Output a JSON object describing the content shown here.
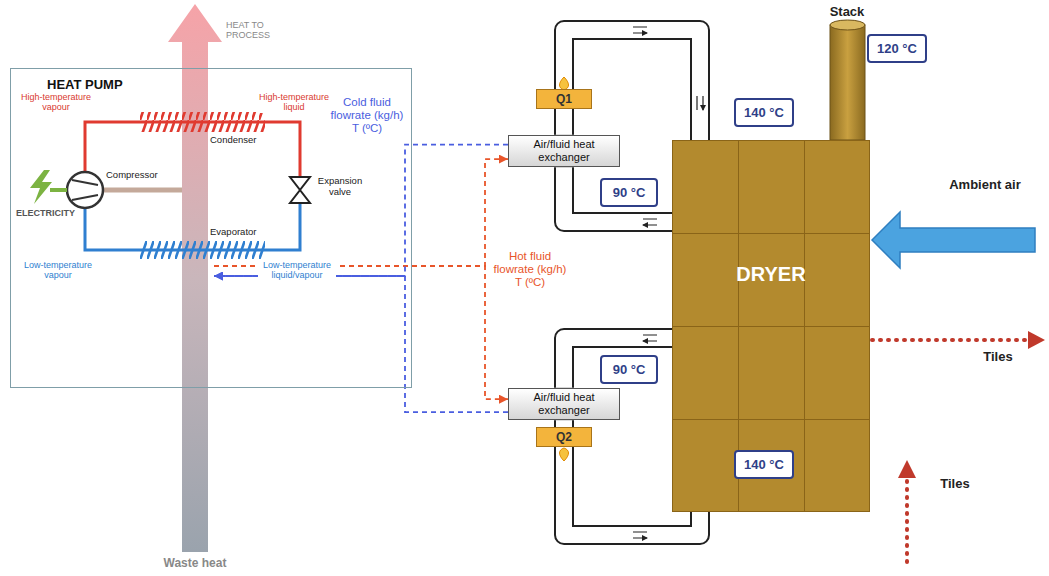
{
  "diagram": {
    "nodes": [
      {
        "text": [
          "HEAT PUMP"
        ]
      },
      {
        "text": [
          "Air/fluid heat exchanger"
        ]
      },
      {
        "text": [
          "Q1"
        ]
      },
      {
        "text": [
          "140 °C"
        ]
      },
      {
        "text": [
          "90 °C"
        ]
      },
      {
        "text": [
          "120 °C"
        ]
      },
      {
        "text": [
          "DRYER"
        ]
      },
      {
        "text": [
          "Air/fluid heat exchanger"
        ]
      },
      {
        "text": [
          "Q2"
        ]
      },
      {
        "text": [
          "90 °C"
        ]
      },
      {
        "text": [
          "140 °C"
        ]
      }
    ],
    "edges": [
      {
        "from": 0,
        "to": 1,
        "arrow": "to"
      },
      {
        "from": 0,
        "to": 7,
        "arrow": "to"
      },
      {
        "from": 1,
        "to": 0,
        "arrow": "to"
      },
      {
        "from": 7,
        "to": 0,
        "arrow": "to"
      },
      {
        "from": 6,
        "to": 1,
        "arrow": "none"
      },
      {
        "from": 1,
        "to": 2,
        "arrow": "none"
      },
      {
        "from": 2,
        "to": 6,
        "arrow": "none"
      },
      {
        "from": 6,
        "to": 7,
        "arrow": "none"
      },
      {
        "from": 7,
        "to": 8,
        "arrow": "none"
      },
      {
        "from": 8,
        "to": 6,
        "arrow": "none"
      }
    ],
    "labels": [
      "HEAT TO PROCESS",
      "High-temperature vapour",
      "High-temperature liquid",
      "Compressor",
      "Condenser",
      "ELECTRICITY",
      "Expansion valve",
      "Evaporator",
      "Low-temperature vapour",
      "Low-temperature liquid/vapour",
      "Waste heat",
      "Cold fluid flowrate (kg/h) T (ºC)",
      "Hot fluid flowrate (kg/h) T (ºC)",
      "Stack",
      "Ambient air",
      "Tiles",
      "Tiles"
    ]
  }
}
